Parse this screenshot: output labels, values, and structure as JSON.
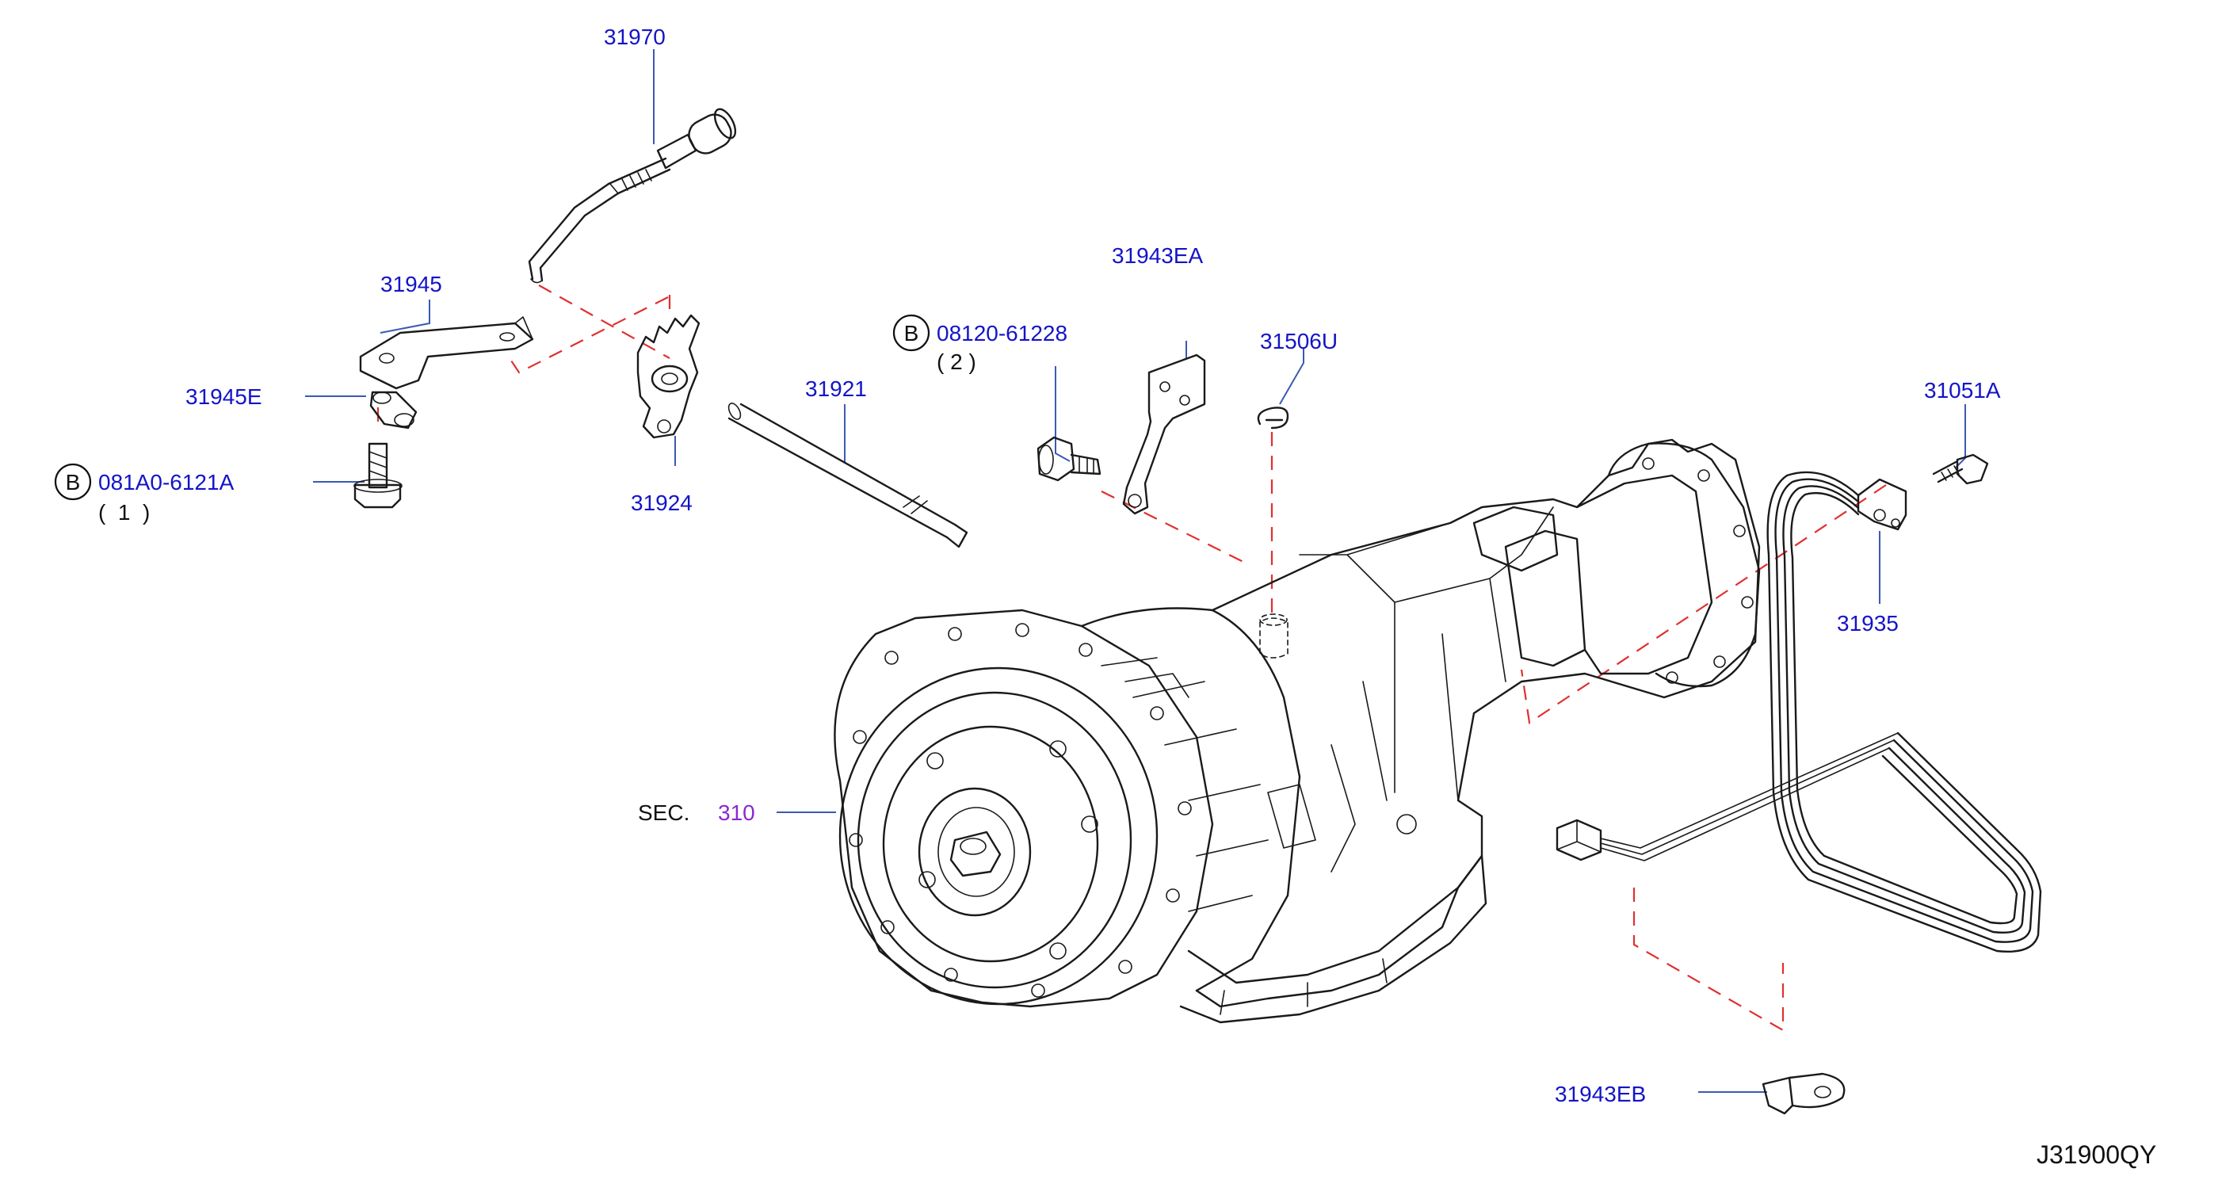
{
  "colors": {
    "label": "#1414c8",
    "section": "#8c28d2",
    "plain": "#111111",
    "leader": "#3a5ab4",
    "dashed": "#e03030",
    "drawing": "#1a1a1a"
  },
  "labels": {
    "p31970": "31970",
    "p31945": "31945",
    "p31945E": "31945E",
    "bolt1_code": "081A0-6121A",
    "bolt1_qty": "(  1  )",
    "p31924": "31924",
    "p31921": "31921",
    "bolt2_code": "08120-61228",
    "bolt2_qty": "( 2 )",
    "p31943EA": "31943EA",
    "p31506U": "31506U",
    "p31051A": "31051A",
    "p31935": "31935",
    "sec_prefix": "SEC.",
    "sec_num": "310",
    "p31943EB": "31943EB",
    "diagram_id": "J31900QY"
  },
  "bolt_badge": "B",
  "icons": [
    "bolt-b-badge-icon"
  ]
}
